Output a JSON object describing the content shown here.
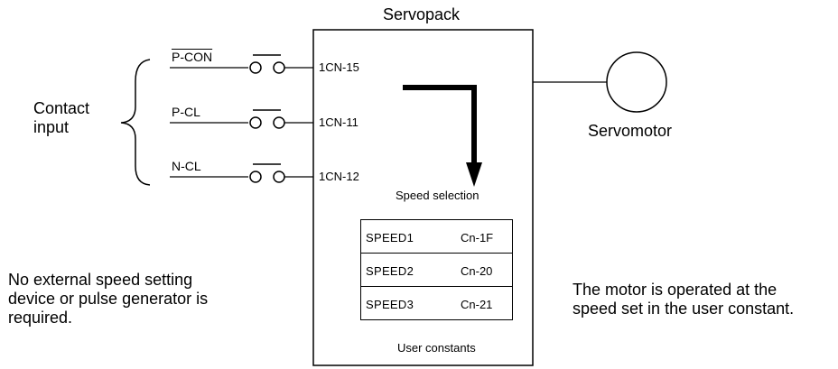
{
  "title": "Servopack",
  "contact_input": "Contact\ninput",
  "signals": [
    {
      "name": "P-CON",
      "overline": true,
      "pin": "1CN-15"
    },
    {
      "name": "P-CL",
      "overline": false,
      "pin": "1CN-11"
    },
    {
      "name": "N-CL",
      "overline": false,
      "pin": "1CN-12"
    }
  ],
  "speed_selection": "Speed selection",
  "user_constants": {
    "caption": "User constants",
    "rows": [
      {
        "speed": "SPEED1",
        "constant": "Cn-1F"
      },
      {
        "speed": "SPEED2",
        "constant": "Cn-20"
      },
      {
        "speed": "SPEED3",
        "constant": "Cn-21"
      }
    ]
  },
  "servomotor": "Servomotor",
  "note_left": "No external speed setting\ndevice or pulse generator is\nrequired.",
  "note_right": "The motor is operated at the\nspeed set in the user constant."
}
